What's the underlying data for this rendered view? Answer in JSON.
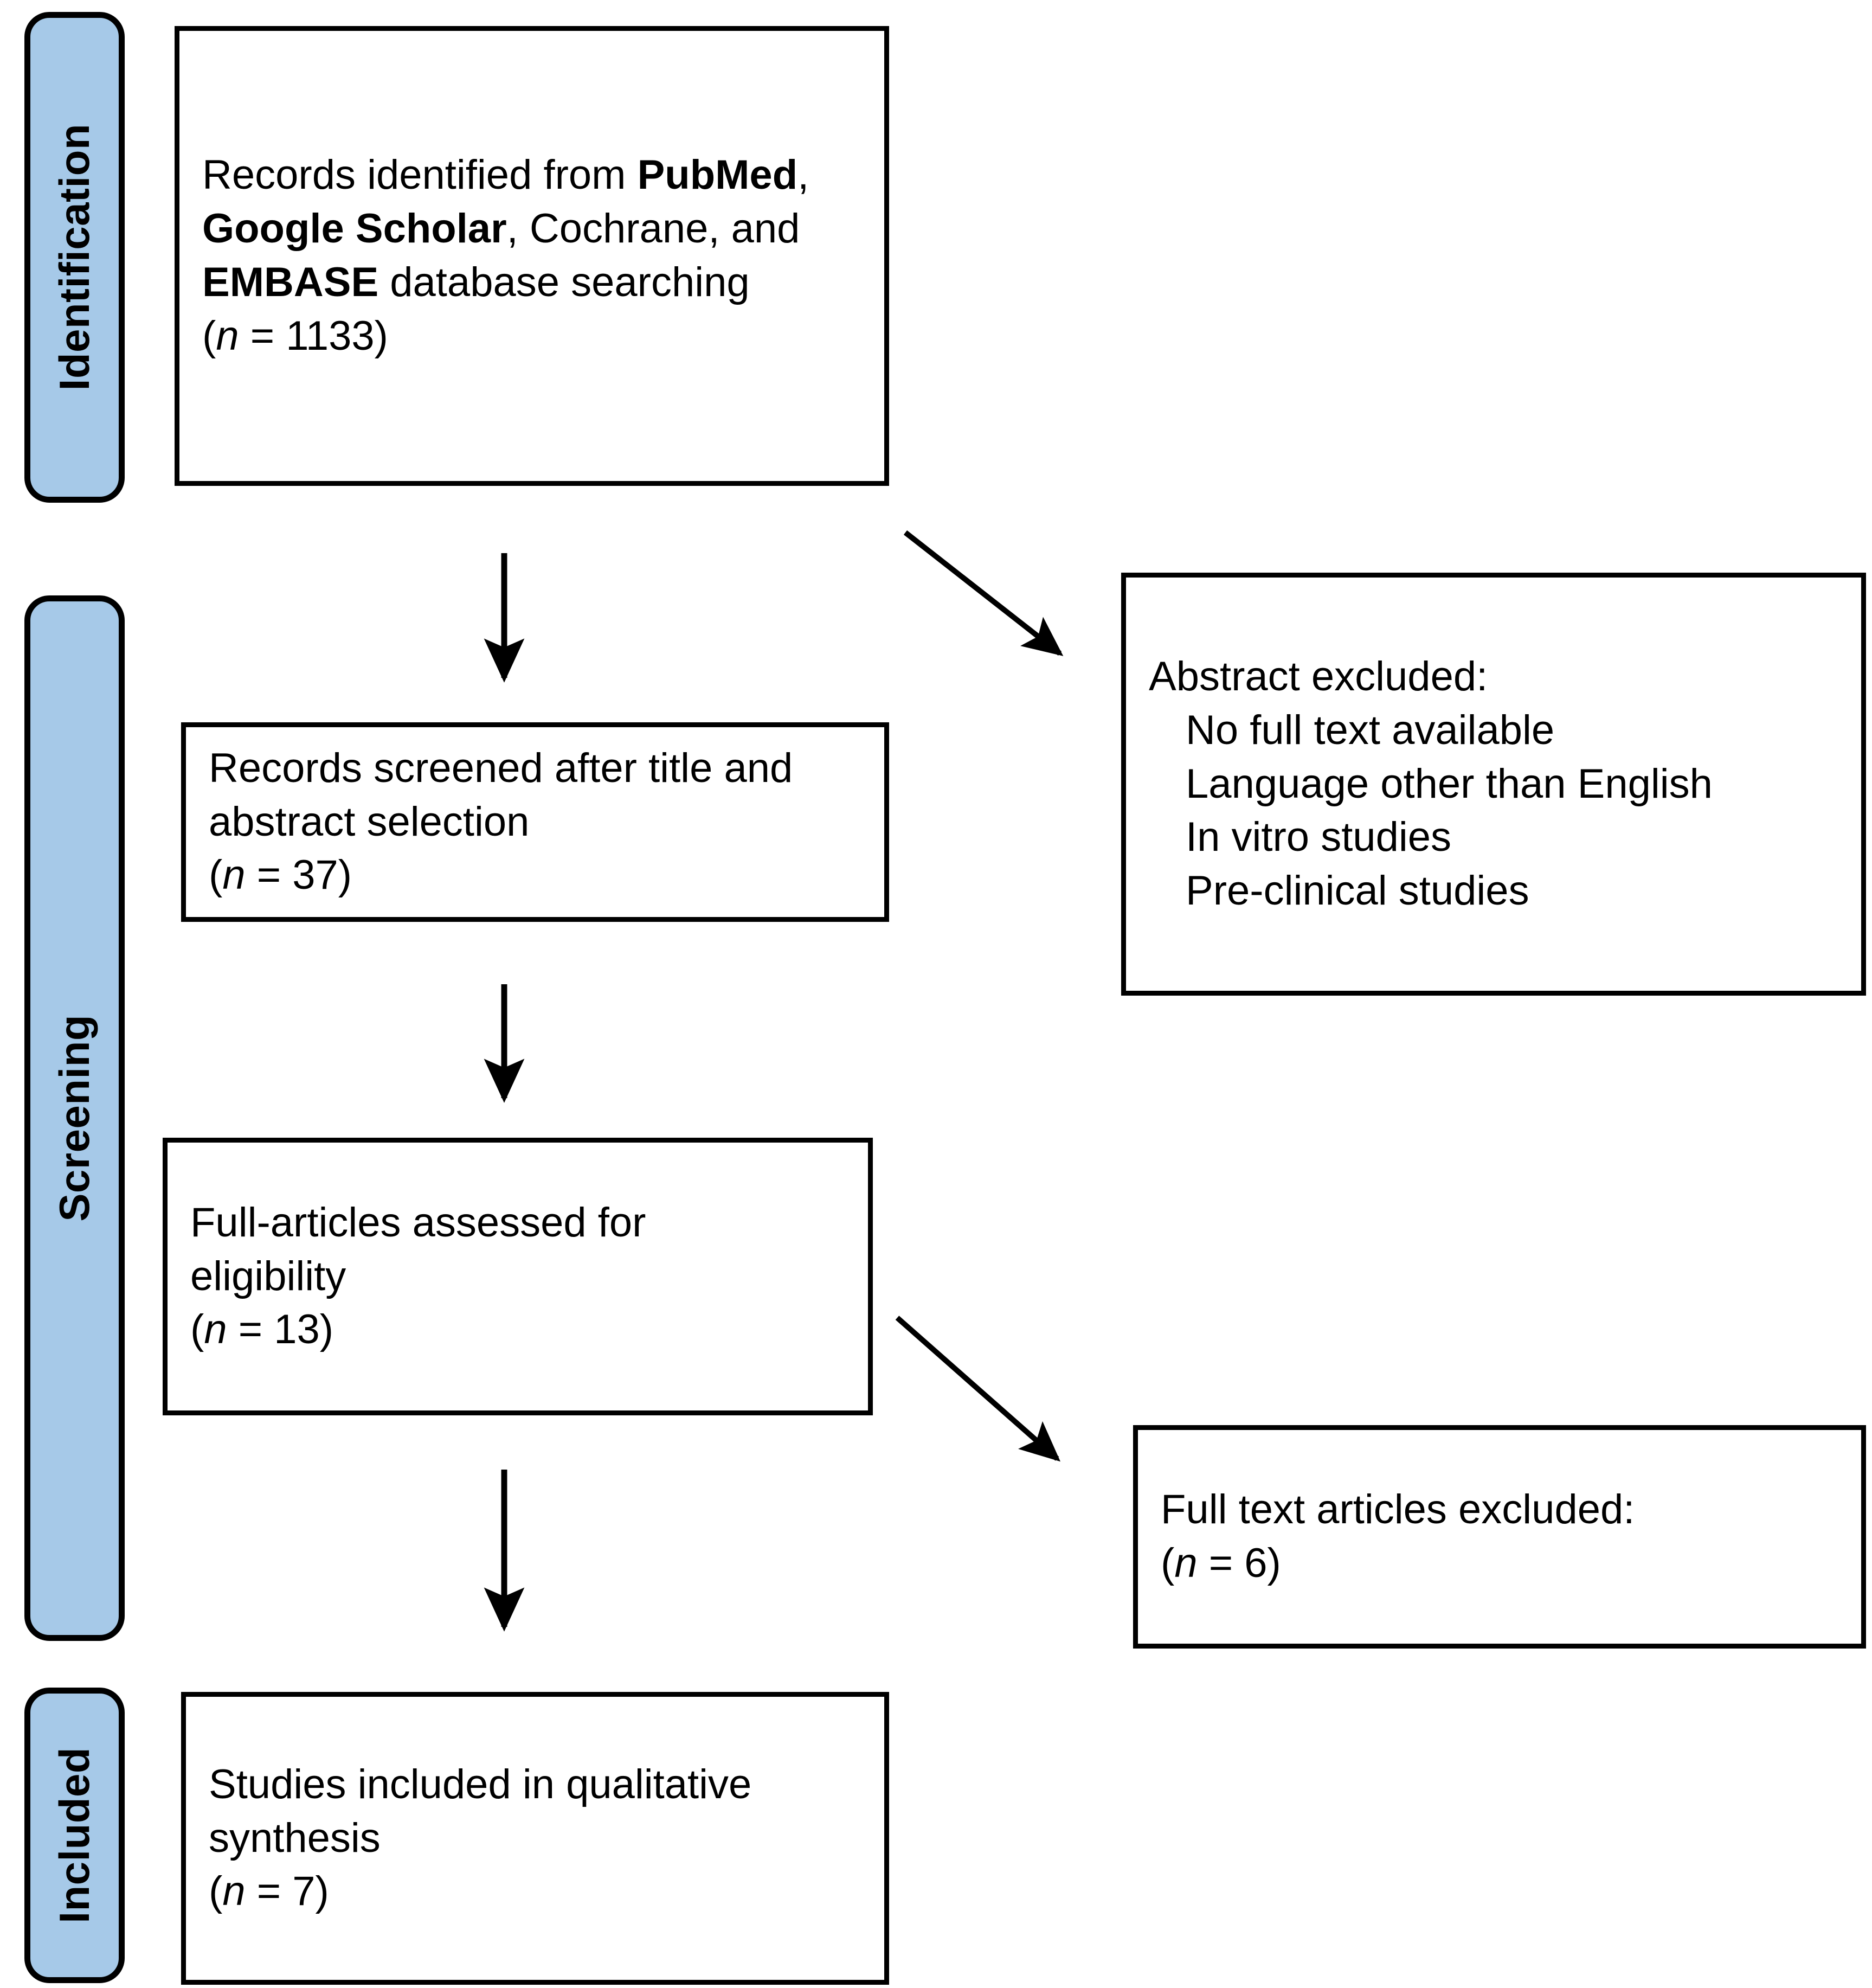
{
  "diagram": {
    "type": "prisma-flow-diagram",
    "accent_color": "#a6c9e8",
    "line_color": "#000000",
    "background": "#ffffff"
  },
  "stages": [
    {
      "key": "identification",
      "label": "Identification"
    },
    {
      "key": "screening",
      "label": "Screening"
    },
    {
      "key": "included",
      "label": "Included"
    }
  ],
  "boxes": {
    "identified": {
      "lines": [
        {
          "segments": [
            {
              "text": "Records identified from ",
              "style": "normal"
            },
            {
              "text": "PubMed",
              "style": "bold"
            },
            {
              "text": ",",
              "style": "normal"
            }
          ]
        },
        {
          "segments": [
            {
              "text": "Google Scholar",
              "style": "bold"
            },
            {
              "text": ", Cochrane, and",
              "style": "normal"
            }
          ]
        },
        {
          "segments": [
            {
              "text": "EMBASE",
              "style": "bold"
            },
            {
              "text": " database searching",
              "style": "normal"
            }
          ]
        },
        {
          "segments": [
            {
              "text": "(",
              "style": "normal"
            },
            {
              "text": "n",
              "style": "italic"
            },
            {
              "text": " = 1133)",
              "style": "normal"
            }
          ]
        }
      ]
    },
    "screened": {
      "lines": [
        {
          "segments": [
            {
              "text": "Records screened after title and",
              "style": "normal"
            }
          ]
        },
        {
          "segments": [
            {
              "text": "abstract selection",
              "style": "normal"
            }
          ]
        },
        {
          "segments": [
            {
              "text": "(",
              "style": "normal"
            },
            {
              "text": "n",
              "style": "italic"
            },
            {
              "text": " = 37)",
              "style": "normal"
            }
          ]
        }
      ]
    },
    "eligibility": {
      "lines": [
        {
          "segments": [
            {
              "text": "Full-articles assessed for",
              "style": "normal"
            }
          ]
        },
        {
          "segments": [
            {
              "text": "eligibility",
              "style": "normal"
            }
          ]
        },
        {
          "segments": [
            {
              "text": "(",
              "style": "normal"
            },
            {
              "text": "n",
              "style": "italic"
            },
            {
              "text": " = 13)",
              "style": "normal"
            }
          ]
        }
      ]
    },
    "abstract_excluded": {
      "lines": [
        {
          "segments": [
            {
              "text": "Abstract excluded:",
              "style": "normal"
            }
          ],
          "indent": false
        },
        {
          "segments": [
            {
              "text": "No full text available",
              "style": "normal"
            }
          ],
          "indent": true
        },
        {
          "segments": [
            {
              "text": "Language other than English",
              "style": "normal"
            }
          ],
          "indent": true
        },
        {
          "segments": [
            {
              "text": "In vitro studies",
              "style": "normal"
            }
          ],
          "indent": true
        },
        {
          "segments": [
            {
              "text": "Pre-clinical studies",
              "style": "normal"
            }
          ],
          "indent": true
        }
      ]
    },
    "fulltext_excluded": {
      "lines": [
        {
          "segments": [
            {
              "text": "Full text articles excluded:",
              "style": "normal"
            }
          ]
        },
        {
          "segments": [
            {
              "text": "(",
              "style": "normal"
            },
            {
              "text": "n",
              "style": "italic"
            },
            {
              "text": " = 6)",
              "style": "normal"
            }
          ]
        }
      ]
    },
    "included_studies": {
      "lines": [
        {
          "segments": [
            {
              "text": "Studies included in qualitative",
              "style": "normal"
            }
          ]
        },
        {
          "segments": [
            {
              "text": "synthesis",
              "style": "normal"
            }
          ]
        },
        {
          "segments": [
            {
              "text": "(",
              "style": "normal"
            },
            {
              "text": "n",
              "style": "italic"
            },
            {
              "text": " = 7)",
              "style": "normal"
            }
          ]
        }
      ]
    }
  },
  "counts": {
    "identified": 1133,
    "screened": 37,
    "eligibility": 13,
    "fulltext_excluded": 6,
    "included": 7
  },
  "arrows": [
    {
      "name": "identified-to-screened",
      "kind": "vertical"
    },
    {
      "name": "identified-to-abstract-excluded",
      "kind": "diagonal"
    },
    {
      "name": "screened-to-eligibility",
      "kind": "vertical"
    },
    {
      "name": "eligibility-to-fulltext-excluded",
      "kind": "diagonal"
    },
    {
      "name": "eligibility-to-included",
      "kind": "vertical"
    }
  ]
}
